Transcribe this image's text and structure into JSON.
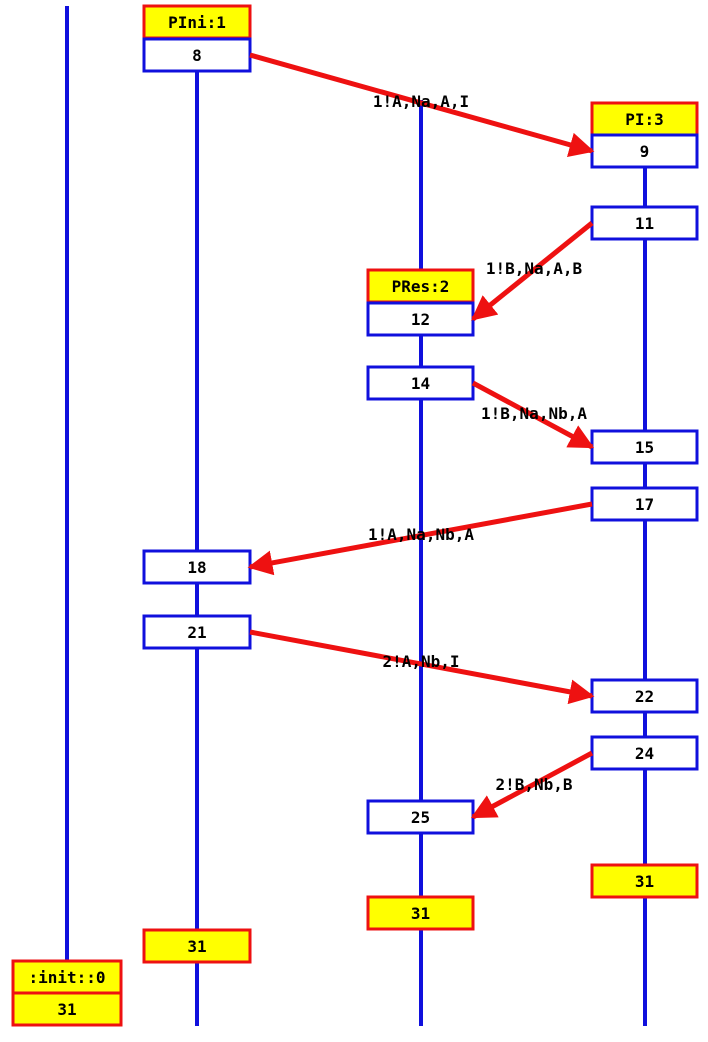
{
  "colors": {
    "lifeline": "#1010dd",
    "message": "#ee1111",
    "header_fill": "#ffff00",
    "header_border": "#ee1111",
    "state_border": "#1010dd",
    "state_fill": "#ffffff"
  },
  "processes": [
    {
      "id": "init",
      "name": ":init::0",
      "final": "31"
    },
    {
      "id": "pini",
      "name": "PIni:1",
      "first_state": "8",
      "final": "31"
    },
    {
      "id": "pres",
      "name": "PRes:2",
      "first_state": "12",
      "final": "31"
    },
    {
      "id": "pi",
      "name": "PI:3",
      "first_state": "9",
      "final": "31"
    }
  ],
  "states": [
    {
      "process": "pi",
      "label": "11"
    },
    {
      "process": "pres",
      "label": "14"
    },
    {
      "process": "pi",
      "label": "15"
    },
    {
      "process": "pi",
      "label": "17"
    },
    {
      "process": "pini",
      "label": "18"
    },
    {
      "process": "pini",
      "label": "21"
    },
    {
      "process": "pi",
      "label": "22"
    },
    {
      "process": "pi",
      "label": "24"
    },
    {
      "process": "pres",
      "label": "25"
    }
  ],
  "messages": [
    {
      "from_state": "8",
      "to_state": "9",
      "label": "1!A,Na,A,I"
    },
    {
      "from_state": "11",
      "to_state": "12",
      "label": "1!B,Na,A,B"
    },
    {
      "from_state": "14",
      "to_state": "15",
      "label": "1!B,Na,Nb,A"
    },
    {
      "from_state": "17",
      "to_state": "18",
      "label": "1!A,Na,Nb,A"
    },
    {
      "from_state": "21",
      "to_state": "22",
      "label": "2!A,Nb,I"
    },
    {
      "from_state": "24",
      "to_state": "25",
      "label": "2!B,Nb,B"
    }
  ]
}
